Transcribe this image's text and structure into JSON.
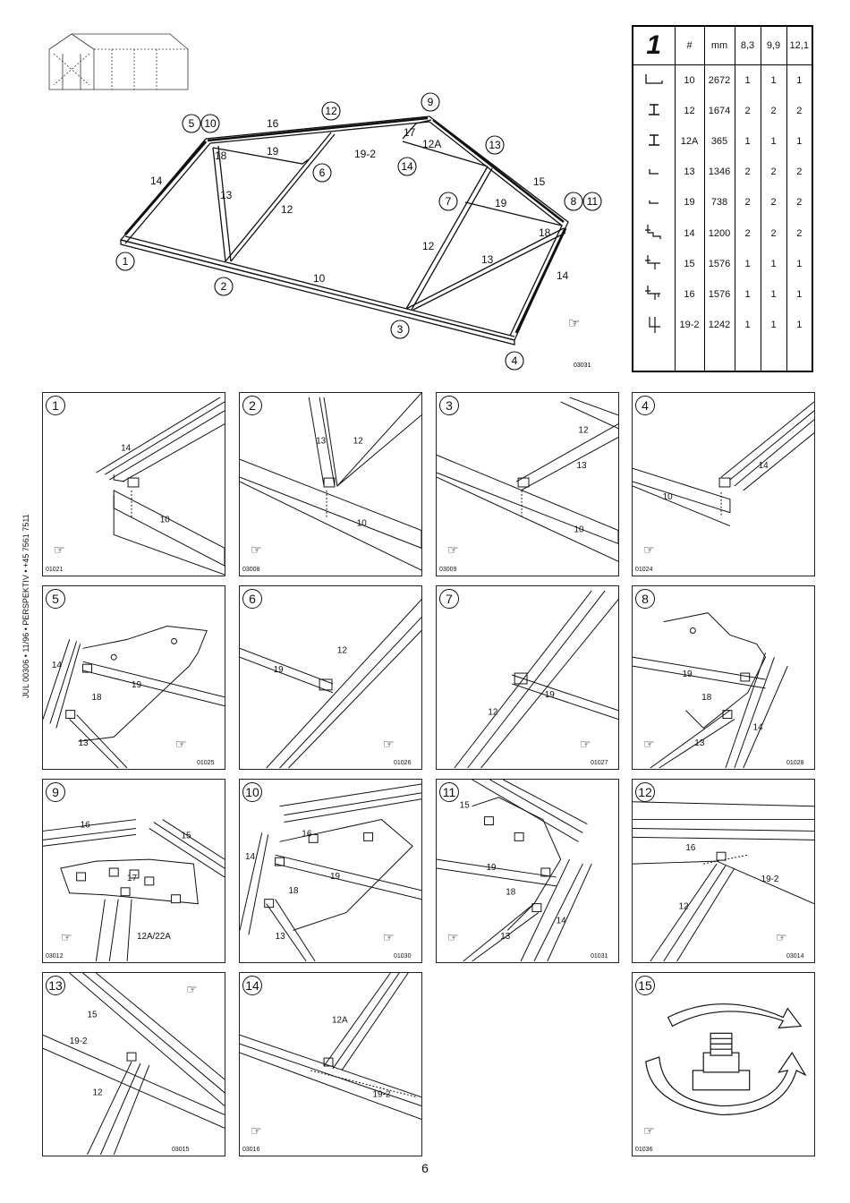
{
  "overview": {
    "code": "03031",
    "step_circles": [
      "1",
      "2",
      "3",
      "4",
      "5",
      "6",
      "7",
      "8",
      "9",
      "10",
      "11",
      "12",
      "13",
      "14"
    ],
    "part_labels": [
      "14",
      "16",
      "18",
      "13",
      "12",
      "19",
      "17",
      "12A",
      "19-2",
      "10",
      "12",
      "19",
      "18",
      "13",
      "15",
      "14"
    ]
  },
  "parts_table": {
    "step": "1",
    "headers": [
      "#",
      "mm",
      "8,3",
      "9,9",
      "12,1"
    ],
    "rows": [
      {
        "profile_icon": "profile-10-icon",
        "num": "10",
        "mm": "2672",
        "q83": "1",
        "q99": "1",
        "q121": "1"
      },
      {
        "profile_icon": "profile-12-icon",
        "num": "12",
        "mm": "1674",
        "q83": "2",
        "q99": "2",
        "q121": "2"
      },
      {
        "profile_icon": "profile-12a-icon",
        "num": "12A",
        "mm": "365",
        "q83": "1",
        "q99": "1",
        "q121": "1"
      },
      {
        "profile_icon": "profile-13-icon",
        "num": "13",
        "mm": "1346",
        "q83": "2",
        "q99": "2",
        "q121": "2"
      },
      {
        "profile_icon": "profile-19-icon",
        "num": "19",
        "mm": "738",
        "q83": "2",
        "q99": "2",
        "q121": "2"
      },
      {
        "profile_icon": "profile-14-icon",
        "num": "14",
        "mm": "1200",
        "q83": "2",
        "q99": "2",
        "q121": "2"
      },
      {
        "profile_icon": "profile-15-icon",
        "num": "15",
        "mm": "1576",
        "q83": "1",
        "q99": "1",
        "q121": "1"
      },
      {
        "profile_icon": "profile-16-icon",
        "num": "16",
        "mm": "1576",
        "q83": "1",
        "q99": "1",
        "q121": "1"
      },
      {
        "profile_icon": "profile-19-2-icon",
        "num": "19-2",
        "mm": "1242",
        "q83": "1",
        "q99": "1",
        "q121": "1"
      }
    ]
  },
  "side_text": "JUL 00306 • 11/96 • PERSPEKTIV • +45 7561 7511",
  "panels": [
    {
      "num": "1",
      "code": "01021",
      "labels": [
        "14",
        "10"
      ]
    },
    {
      "num": "2",
      "code": "03008",
      "labels": [
        "13",
        "12",
        "10"
      ]
    },
    {
      "num": "3",
      "code": "03009",
      "labels": [
        "12",
        "13",
        "10"
      ]
    },
    {
      "num": "4",
      "code": "01024",
      "labels": [
        "14",
        "10"
      ]
    },
    {
      "num": "5",
      "code": "01025",
      "labels": [
        "14",
        "19",
        "18",
        "13"
      ]
    },
    {
      "num": "6",
      "code": "01026",
      "labels": [
        "12",
        "19"
      ]
    },
    {
      "num": "7",
      "code": "01027",
      "labels": [
        "19",
        "12"
      ]
    },
    {
      "num": "8",
      "code": "01028",
      "labels": [
        "19",
        "18",
        "13",
        "14"
      ]
    },
    {
      "num": "9",
      "code": "03012",
      "labels": [
        "16",
        "15",
        "17",
        "12A/22A"
      ]
    },
    {
      "num": "10",
      "code": "01030",
      "labels": [
        "16",
        "14",
        "19",
        "18",
        "13"
      ]
    },
    {
      "num": "11",
      "code": "01031",
      "labels": [
        "15",
        "19",
        "18",
        "14",
        "13"
      ]
    },
    {
      "num": "12",
      "code": "03014",
      "labels": [
        "16",
        "19-2",
        "12"
      ]
    },
    {
      "num": "13",
      "code": "03015",
      "labels": [
        "15",
        "19-2",
        "12"
      ]
    },
    {
      "num": "14",
      "code": "03016",
      "labels": [
        "12A",
        "19-2"
      ]
    },
    {
      "num": "15",
      "code": "01036",
      "labels": []
    }
  ],
  "page_number": "6"
}
